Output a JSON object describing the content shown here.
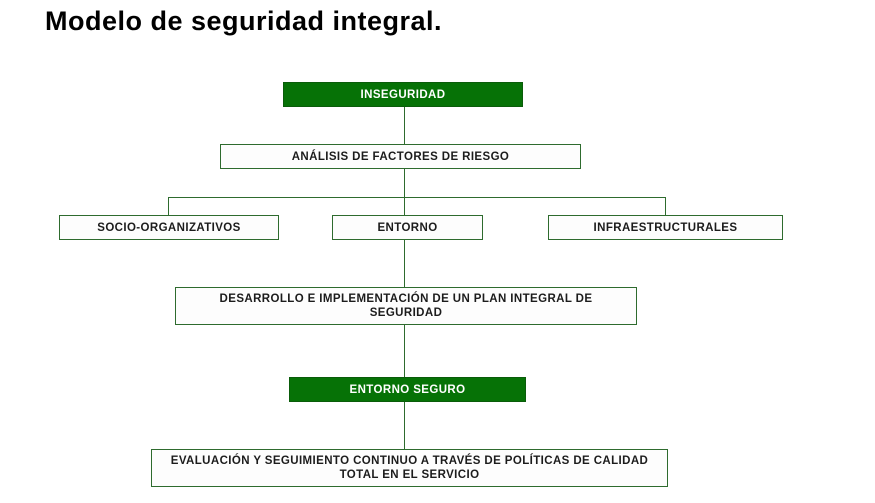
{
  "title": "Modelo de seguridad integral.",
  "colors": {
    "background": "#ffffff",
    "node_fill_green": "#067206",
    "node_border_green": "#2e6b2e",
    "connector_green": "#2e6b2e",
    "filled_text": "#ffffff",
    "outline_text": "#1c1c1c",
    "title_color": "#000000"
  },
  "diagram": {
    "nodes": [
      {
        "id": "inseguridad",
        "label": "INSEGURIDAD",
        "style": "filled"
      },
      {
        "id": "analisis-factores-riesgo",
        "label": "ANÁLISIS DE FACTORES DE RIESGO",
        "style": "outline"
      },
      {
        "id": "socio-organizativos",
        "label": "SOCIO-ORGANIZATIVOS",
        "style": "outline"
      },
      {
        "id": "entorno",
        "label": "ENTORNO",
        "style": "outline"
      },
      {
        "id": "infraestructurales",
        "label": "INFRAESTRUCTURALES",
        "style": "outline"
      },
      {
        "id": "desarrollo-plan-integral",
        "label": "DESARROLLO E IMPLEMENTACIÓN DE UN PLAN INTEGRAL DE SEGURIDAD",
        "style": "outline"
      },
      {
        "id": "entorno-seguro",
        "label": "ENTORNO SEGURO",
        "style": "filled"
      },
      {
        "id": "evaluacion-seguimiento",
        "label": "EVALUACIÓN Y SEGUIMIENTO CONTINUO A TRAVÉS DE POLÍTICAS DE CALIDAD TOTAL EN EL SERVICIO",
        "style": "outline"
      }
    ],
    "edges": [
      {
        "from": "inseguridad",
        "to": "analisis-factores-riesgo"
      },
      {
        "from": "analisis-factores-riesgo",
        "to": "socio-organizativos"
      },
      {
        "from": "analisis-factores-riesgo",
        "to": "entorno"
      },
      {
        "from": "analisis-factores-riesgo",
        "to": "infraestructurales"
      },
      {
        "from": "entorno",
        "to": "desarrollo-plan-integral"
      },
      {
        "from": "desarrollo-plan-integral",
        "to": "entorno-seguro"
      },
      {
        "from": "entorno-seguro",
        "to": "evaluacion-seguimiento"
      }
    ]
  }
}
